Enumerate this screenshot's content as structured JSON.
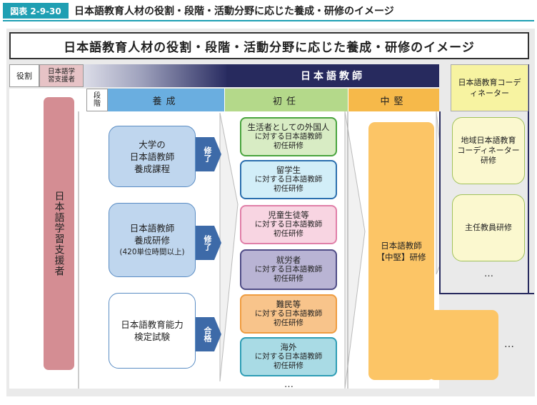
{
  "figure": {
    "tag": "図表 2-9-30",
    "title": "日本語教育人材の役割・段階・活動分野に応じた養成・研修のイメージ"
  },
  "diagram": {
    "title": "日本語教育人材の役割・段階・活動分野に応じた養成・研修のイメージ",
    "role_label": "役割",
    "supporter_header": "日本語学習支援者",
    "teacher_header": "日本語教師",
    "coordinator_header": "日本語教育コーディネーター",
    "stage_label": "段階",
    "stages": [
      "養成",
      "初任",
      "中堅"
    ],
    "supporter_pill": "日本語学習支援者",
    "training": [
      {
        "lines": [
          "大学の",
          "日本語教師",
          "養成課程"
        ],
        "badge": "修了"
      },
      {
        "lines": [
          "日本語教師",
          "養成研修"
        ],
        "note": "(420単位時間以上)",
        "badge": "修了"
      },
      {
        "lines": [
          "日本語教育能力",
          "検定試験"
        ],
        "badge": "合格"
      }
    ],
    "new_teacher": [
      {
        "title": "生活者としての外国人",
        "line2": "に対する日本語教師",
        "line3": "初任研修"
      },
      {
        "title": "留学生",
        "line2": "に対する日本語教師",
        "line3": "初任研修"
      },
      {
        "title": "児童生徒等",
        "line2": "に対する日本語教師",
        "line3": "初任研修"
      },
      {
        "title": "就労者",
        "line2": "に対する日本語教師",
        "line3": "初任研修"
      },
      {
        "title": "難民等",
        "line2": "に対する日本語教師",
        "line3": "初任研修"
      },
      {
        "title": "海外",
        "line2": "に対する日本語教師",
        "line3": "初任研修"
      }
    ],
    "mid": {
      "line1": "日本語教師",
      "line2": "【中堅】研修"
    },
    "coordinator": [
      {
        "lines": [
          "地域日本語教育",
          "コーディネーター",
          "研修"
        ]
      },
      {
        "lines": [
          "主任教員研修"
        ]
      }
    ],
    "continue_dots": "…"
  },
  "colors": {
    "tag": "#1f9fb3",
    "teacher_header": "#272a5e",
    "training_stage": "#6aaee0",
    "new_stage": "#b4d98a",
    "mid_stage": "#f6b94a",
    "supporter": "#d48d93",
    "coordinator": "#f7f3a1",
    "badge": "#3d6aa8"
  }
}
